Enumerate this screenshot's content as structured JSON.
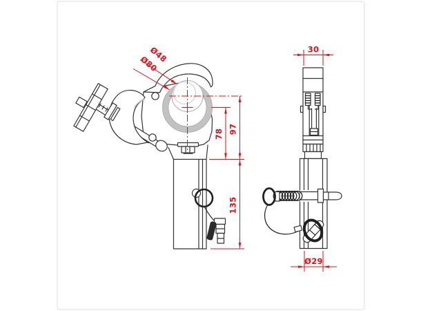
{
  "drawing": {
    "description": "Two-view technical line drawing of a trigger hook clamp with TV spigot",
    "dimensions": {
      "d48": "Ø48",
      "d80": "Ø80",
      "h78": "78",
      "h97": "97",
      "h135": "135",
      "w30": "30",
      "d29": "Ø29"
    },
    "colors": {
      "dimension_red": "#e60f15",
      "outline_ink": "#333333",
      "shade_gray": "#c2c2c2",
      "panel_border": "#e3e3e3",
      "background": "#ffffff"
    }
  }
}
